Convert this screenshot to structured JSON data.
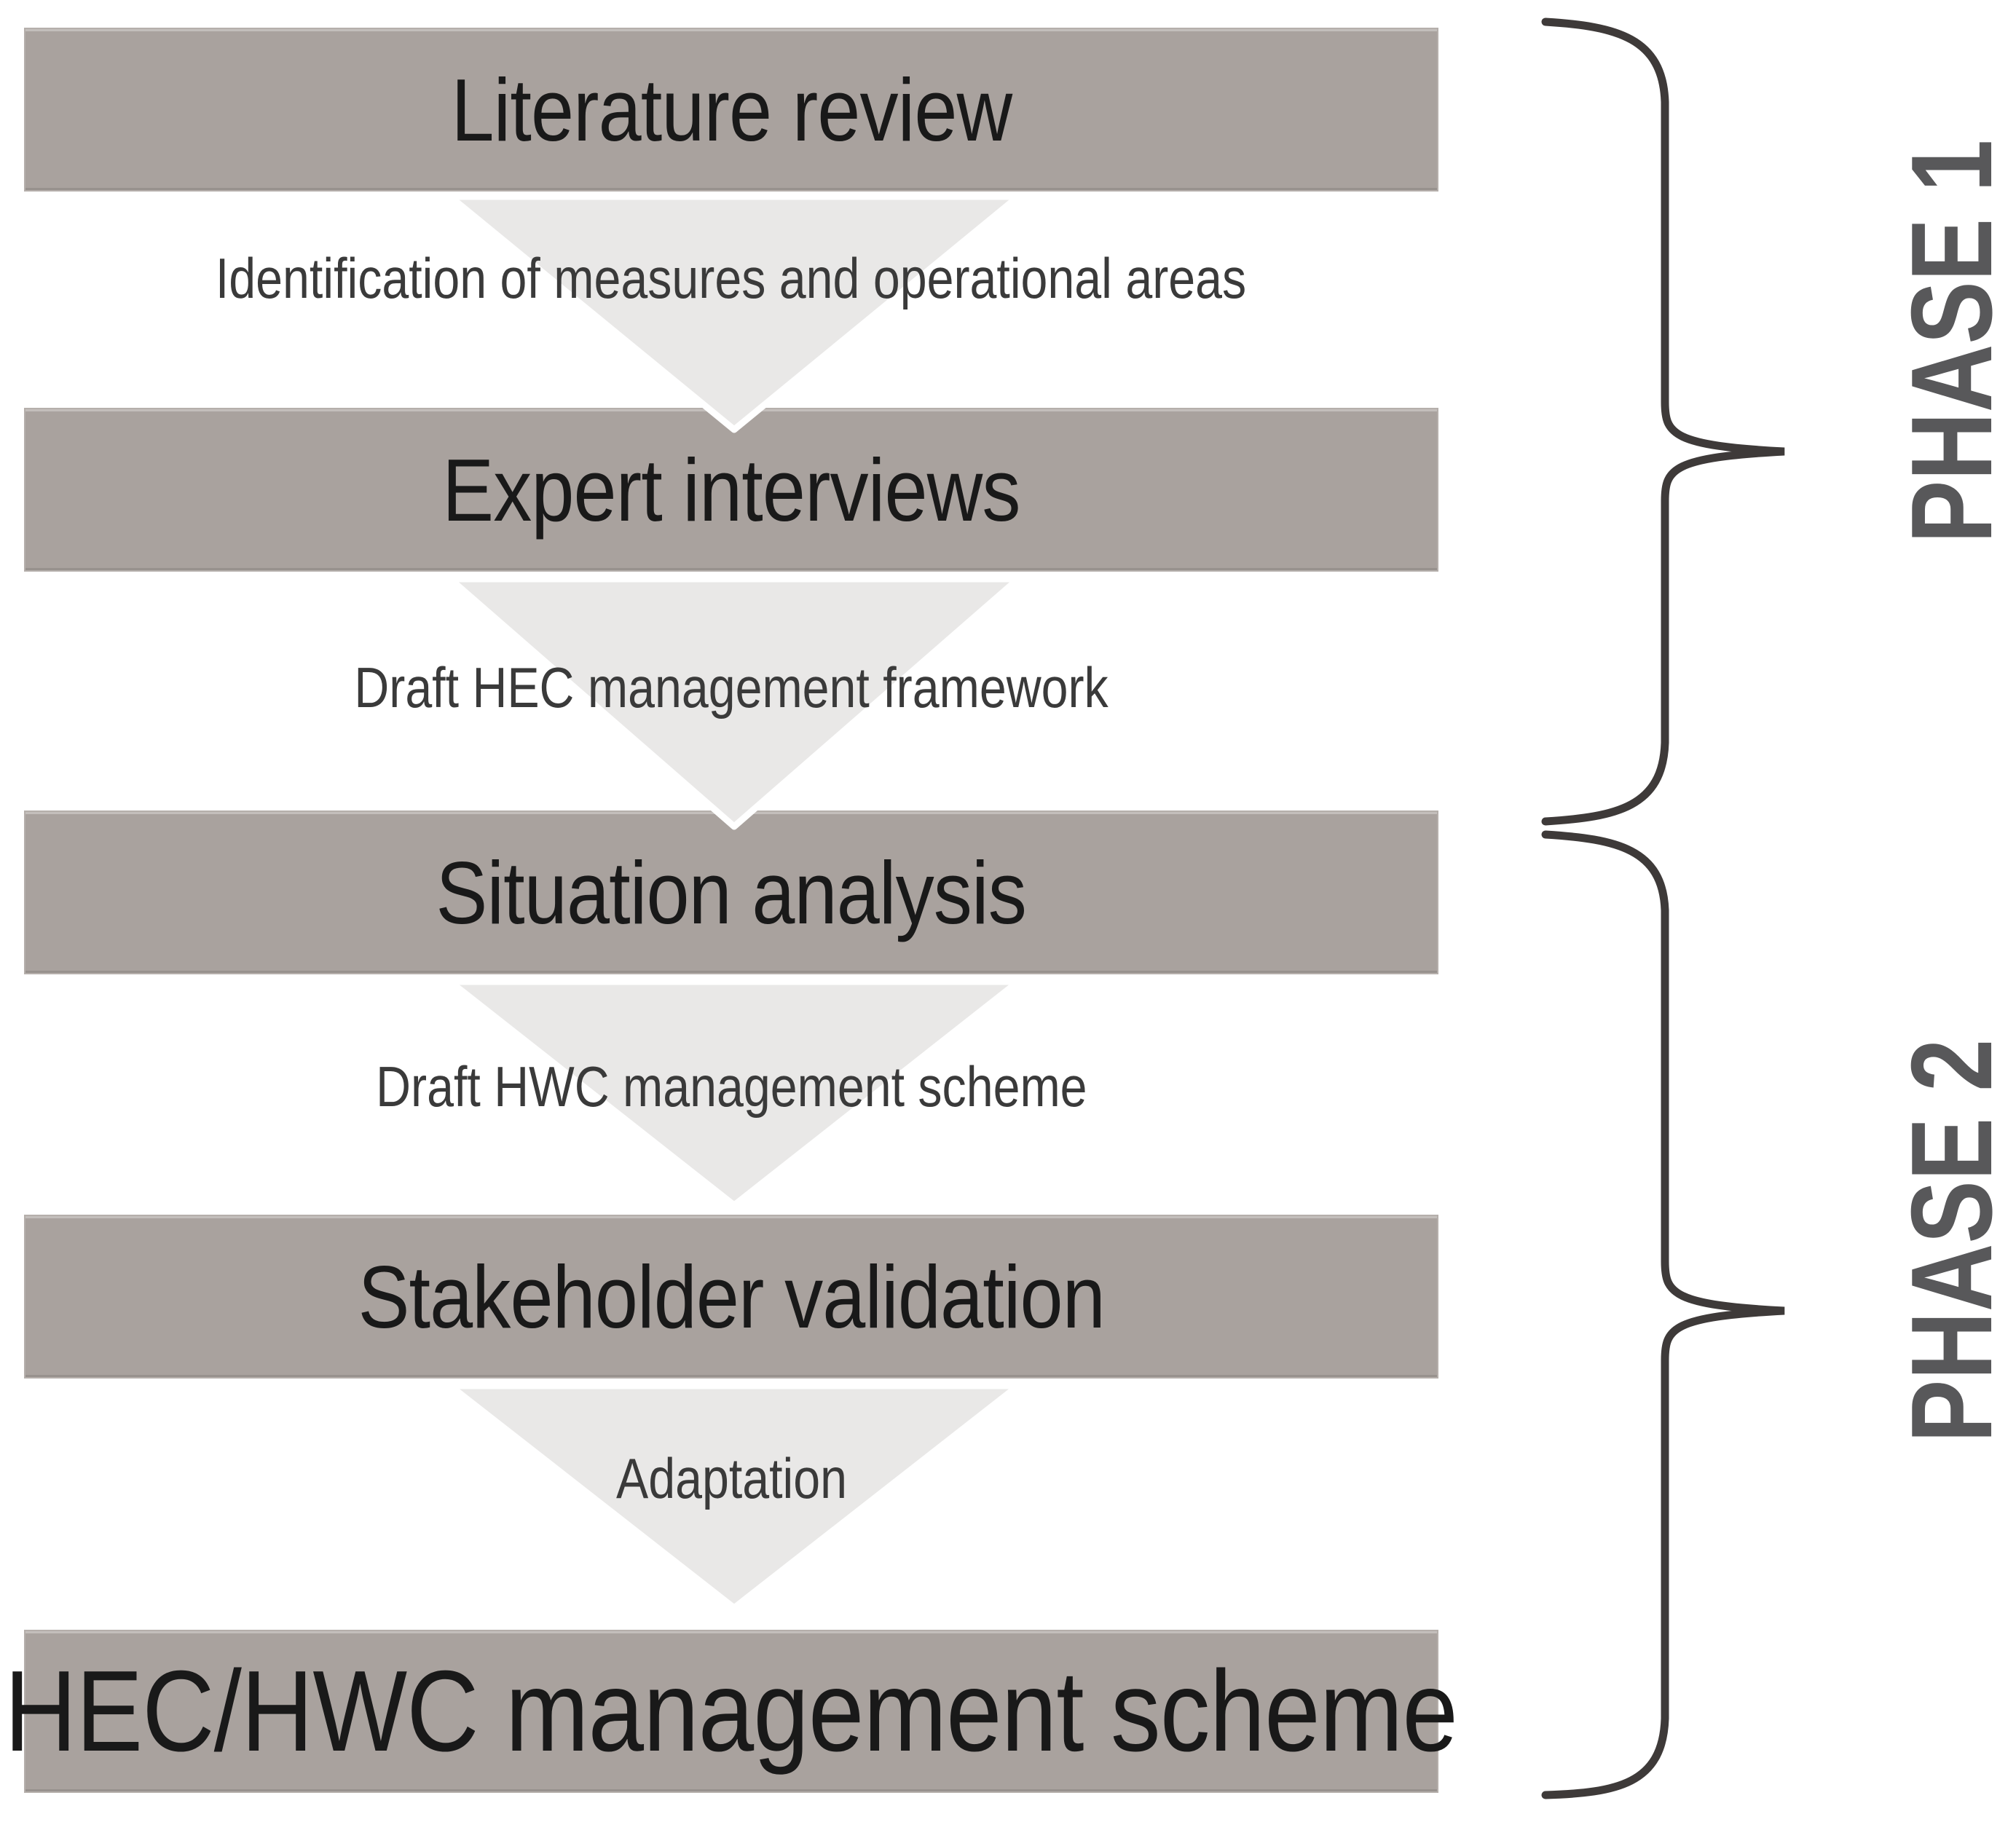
{
  "figure": {
    "steps": [
      {
        "label": "Literature review"
      },
      {
        "label": "Expert interviews"
      },
      {
        "label": "Situation analysis"
      },
      {
        "label": "Stakeholder validation"
      },
      {
        "label": "HEC/HWC management scheme"
      }
    ],
    "transitions": [
      {
        "text": "Identification of measures and operational areas"
      },
      {
        "text": "Draft HEC management framework"
      },
      {
        "text": "Draft HWC management scheme"
      },
      {
        "text": "Adaptation"
      }
    ],
    "phases": [
      {
        "label": "PHASE 1"
      },
      {
        "label": "PHASE 2"
      }
    ]
  },
  "colors": {
    "background": "#ffffff",
    "step_box_fill": "#a9a29e",
    "step_box_text": "#191919",
    "arrow_triangle_fill": "#e9e8e7",
    "transition_text": "#3a3a3a",
    "brace_stroke": "#3e3a39",
    "phase_text": "#58585a"
  }
}
